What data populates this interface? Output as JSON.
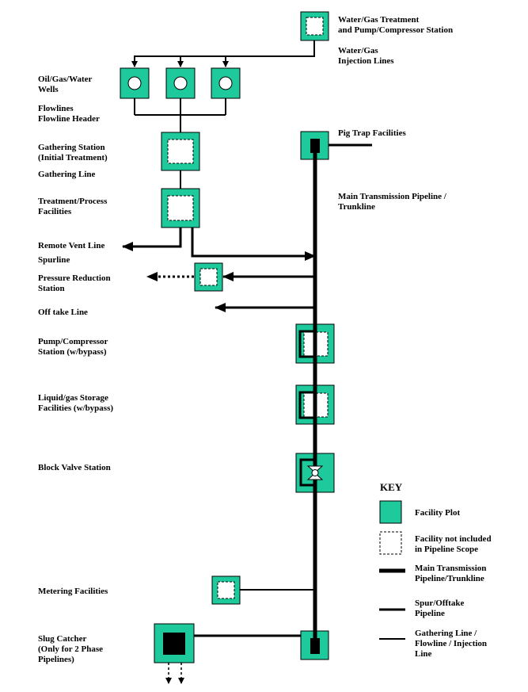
{
  "colors": {
    "facility": "#1ec99c",
    "line": "#000000",
    "dash": "#000000"
  },
  "labels": {
    "water_gas_treatment": "Water/Gas Treatment\nand Pump/Compressor Station",
    "water_gas_injection": "Water/Gas\nInjection Lines",
    "wells": "Oil/Gas/Water\nWells",
    "flowlines": "Flowlines\nFlowline Header",
    "gathering_station": "Gathering Station\n(Initial Treatment)",
    "gathering_line": "Gathering Line",
    "treatment": "Treatment/Process\nFacilities",
    "remote_vent": "Remote Vent Line",
    "spurline": "Spurline",
    "pressure_reduction": "Pressure Reduction\nStation",
    "offtake": "Off take Line",
    "pump_compressor": "Pump/Compressor\nStation (w/bypass)",
    "storage": "Liquid/gas Storage\nFacilities (w/bypass)",
    "block_valve": "Block Valve Station",
    "metering": "Metering Facilities",
    "slug_catcher": "Slug Catcher\n(Only for 2 Phase\nPipelines)",
    "pig_trap": "Pig Trap Facilities",
    "main_transmission": "Main Transmission Pipeline /\nTrunkline"
  },
  "key": {
    "title": "KEY",
    "facility_plot": "Facility Plot",
    "not_included": "Facility not included\nin Pipeline Scope",
    "main_line": "Main Transmission\nPipeline/Trunkline",
    "spur_line": "Spur/Offtake\nPipeline",
    "gathering": "Gathering Line /\nFlowline / Injection\nLine"
  }
}
